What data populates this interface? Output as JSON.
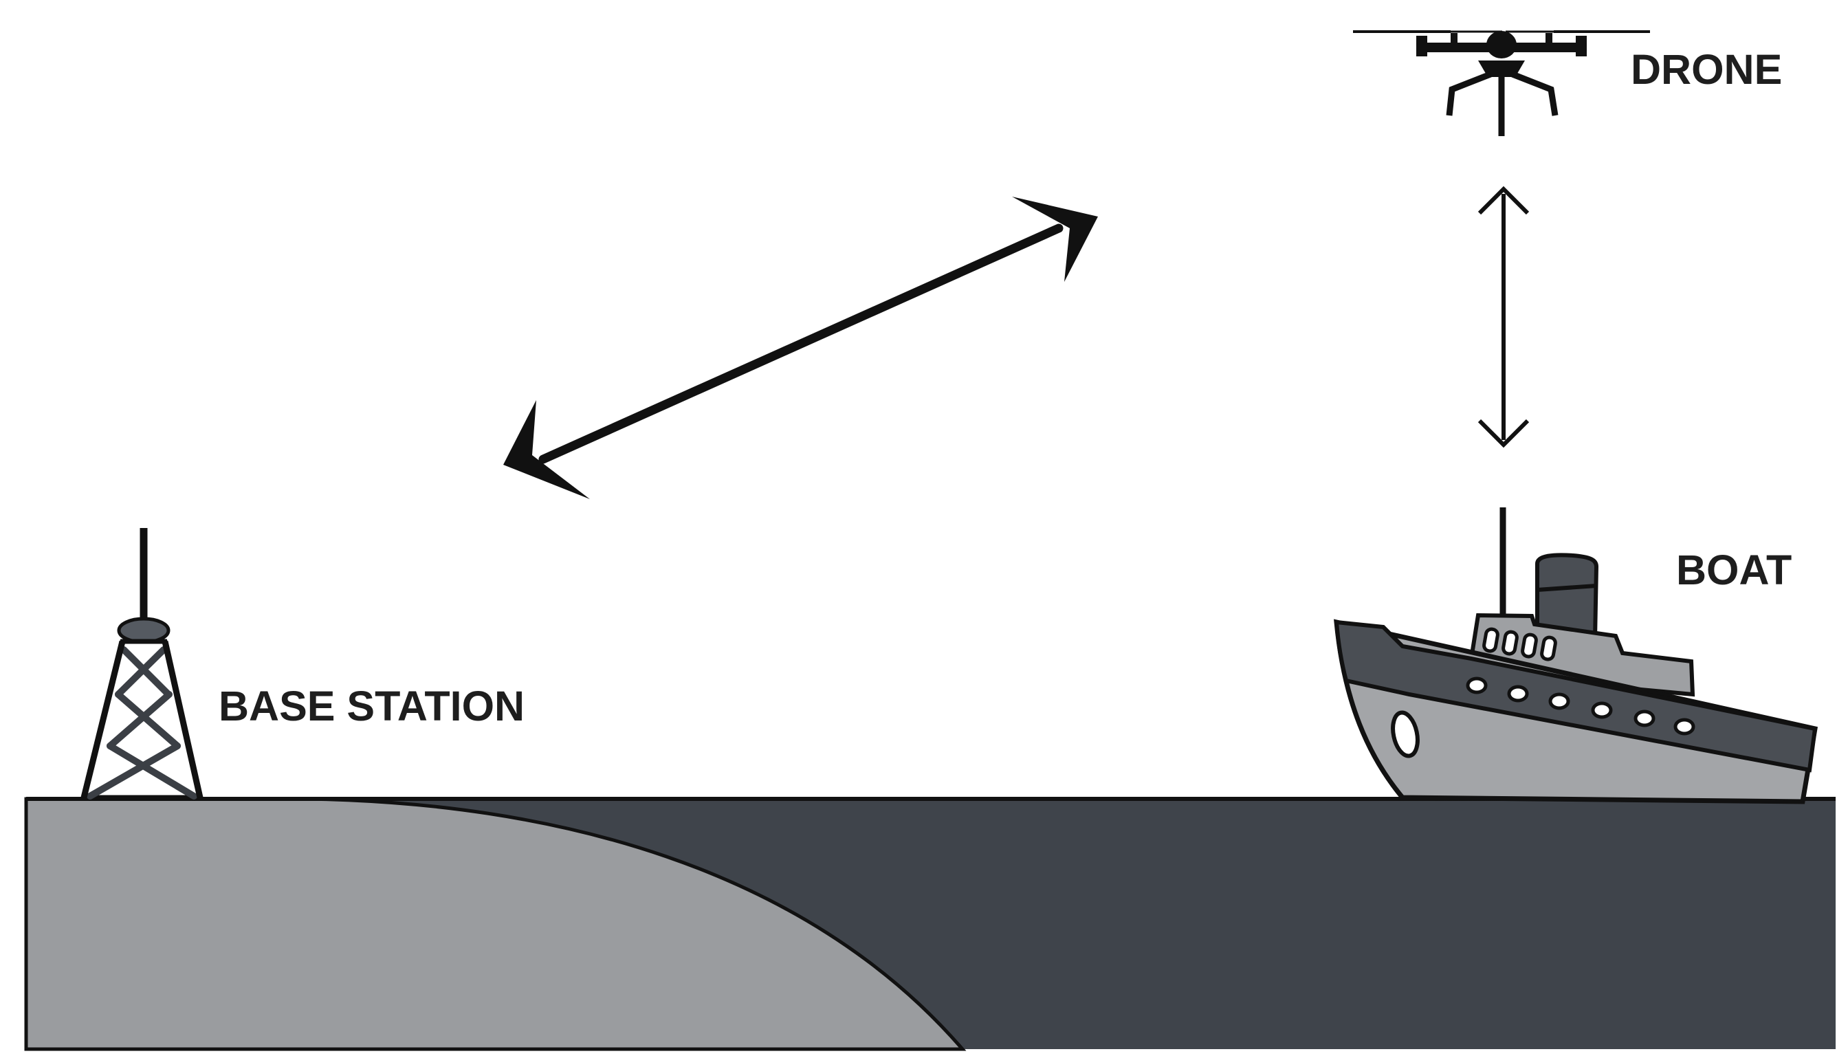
{
  "labels": {
    "drone": "DRONE",
    "boat": "BOAT",
    "base_station": "BASE STATION"
  },
  "colors": {
    "background": "#ffffff",
    "outline": "#111111",
    "land": "#9a9c9f",
    "sea": "#3f444b",
    "hull_light": "#a3a5a8",
    "hull_dark": "#4a4e54",
    "cabin": "#9ea0a3",
    "porthole": "#ffffff"
  },
  "icons": {
    "drone": "drone-icon",
    "boat": "boat-icon",
    "tower": "tower-icon",
    "diagonal_link": "double-arrow-icon",
    "vertical_link": "double-arrow-icon"
  }
}
